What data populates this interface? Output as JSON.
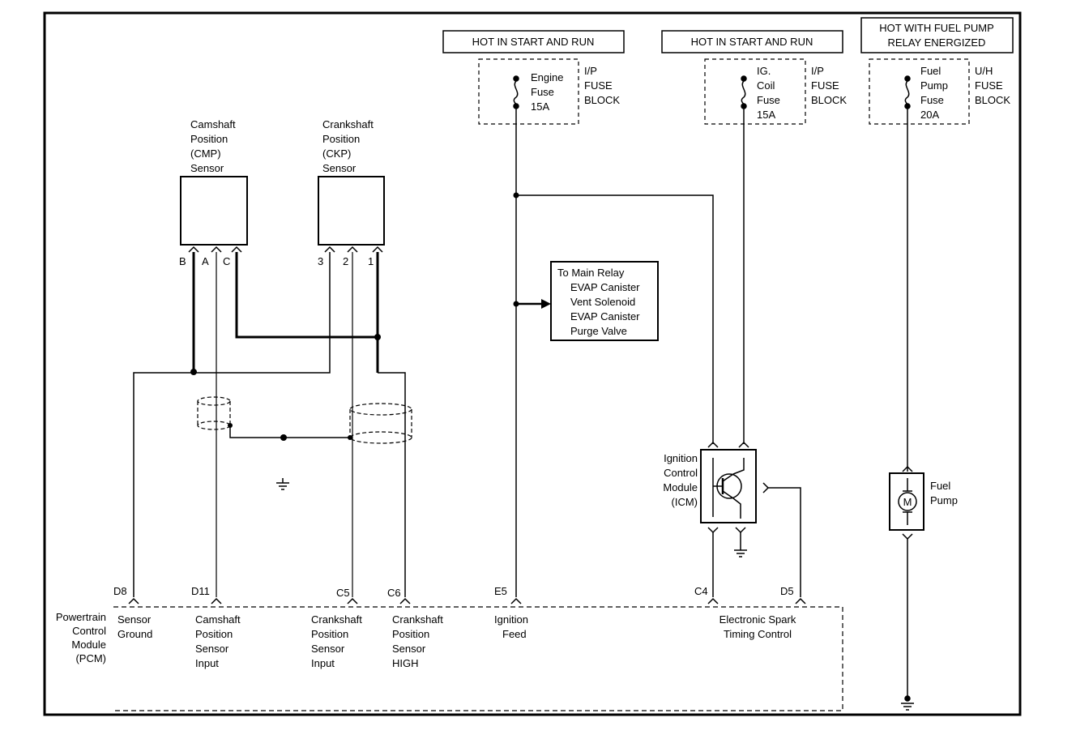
{
  "headers": {
    "engine": "HOT IN START AND RUN",
    "coil": "HOT IN START AND RUN",
    "pump_l1": "HOT WITH FUEL PUMP",
    "pump_l2": "RELAY ENERGIZED"
  },
  "fuses": {
    "engine": [
      "Engine",
      "Fuse",
      "15A"
    ],
    "engine_block": [
      "I/P",
      "FUSE",
      "BLOCK"
    ],
    "coil": [
      "IG.",
      "Coil",
      "Fuse",
      "15A"
    ],
    "coil_block": [
      "I/P",
      "FUSE",
      "BLOCK"
    ],
    "pump": [
      "Fuel",
      "Pump",
      "Fuse",
      "20A"
    ],
    "pump_block": [
      "U/H",
      "FUSE",
      "BLOCK"
    ]
  },
  "sensors": {
    "cmp": [
      "Camshaft",
      "Position",
      "(CMP)",
      "Sensor"
    ],
    "ckp": [
      "Crankshaft",
      "Position",
      "(CKP)",
      "Sensor"
    ],
    "cmp_pins": [
      "B",
      "A",
      "C"
    ],
    "ckp_pins": [
      "3",
      "2",
      "1"
    ]
  },
  "main_relay": [
    "To Main Relay",
    "EVAP Canister",
    "Vent Solenoid",
    "EVAP Canister",
    "Purge Valve"
  ],
  "icm": [
    "Ignition",
    "Control",
    "Module",
    "(ICM)"
  ],
  "fuel_pump": [
    "Fuel",
    "Pump"
  ],
  "motor_symbol": "M",
  "pcm": {
    "label": [
      "Powertrain",
      "Control",
      "Module",
      "(PCM)"
    ],
    "pins": [
      "D8",
      "D11",
      "C5",
      "C6",
      "E5",
      "C4",
      "D5"
    ],
    "sensor_ground": [
      "Sensor",
      "Ground"
    ],
    "cam_input": [
      "Camshaft",
      "Position",
      "Sensor",
      "Input"
    ],
    "crank_input": [
      "Crankshaft",
      "Position",
      "Sensor",
      "Input"
    ],
    "crank_high": [
      "Crankshaft",
      "Position",
      "Sensor",
      "HIGH"
    ],
    "ign_feed": [
      "Ignition",
      "Feed"
    ],
    "est": [
      "Electronic Spark",
      "Timing Control"
    ]
  }
}
